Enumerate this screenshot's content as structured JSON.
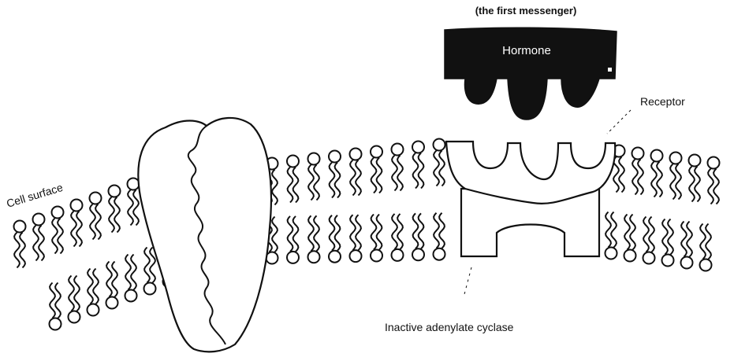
{
  "diagram": {
    "labels": {
      "first_messenger": "(the first messenger)",
      "hormone": "Hormone",
      "receptor": "Receptor",
      "cell_surface": "Cell surface",
      "enzyme": "Inactive adenylate cyclase"
    },
    "colors": {
      "ink": "#111111",
      "hormone_fill": "#111111",
      "background": "#ffffff"
    }
  }
}
